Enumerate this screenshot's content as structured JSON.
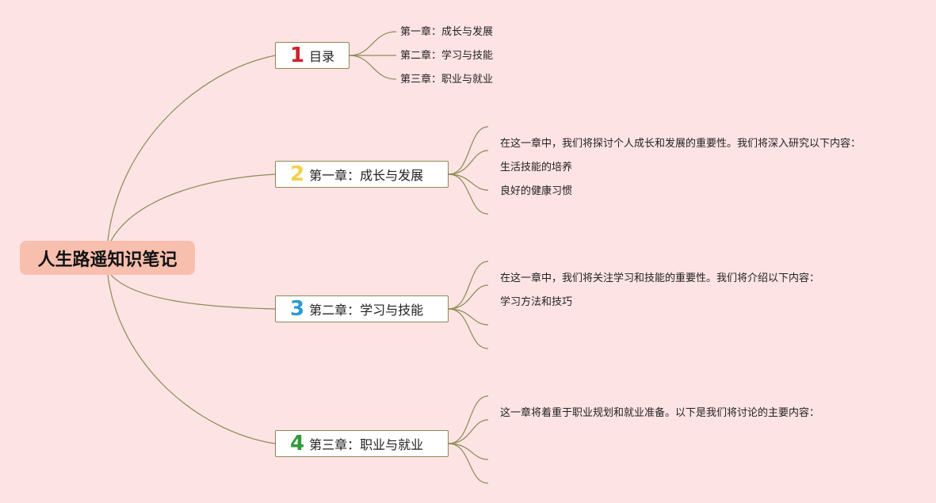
{
  "root": {
    "title": "人生路遥知识笔记"
  },
  "chapters": [
    {
      "num": "1",
      "num_color": "#d0202e",
      "title": "目录",
      "items": [
        "第一章：成长与发展",
        "第二章：学习与技能",
        "第三章：职业与就业"
      ]
    },
    {
      "num": "2",
      "num_color": "#f5d04a",
      "title": "第一章：成长与发展",
      "items": [
        "在这一章中，我们将探讨个人成长和发展的重要性。我们将深入研究以下内容：",
        "生活技能的培养",
        "良好的健康习惯",
        ""
      ]
    },
    {
      "num": "3",
      "num_color": "#2b9ad6",
      "title": "第二章：学习与技能",
      "items": [
        "在这一章中，我们将关注学习和技能的重要性。我们将介绍以下内容：",
        "学习方法和技巧",
        "",
        ""
      ]
    },
    {
      "num": "4",
      "num_color": "#2e9a3a",
      "title": "第三章：职业与就业",
      "items": [
        "这一章将着重于职业规划和就业准备。以下是我们将讨论的主要内容：",
        "",
        "",
        ""
      ]
    }
  ],
  "colors": {
    "line": "#8b8b55",
    "background": "#fde3e3",
    "root_fill": "#f8bfae"
  }
}
